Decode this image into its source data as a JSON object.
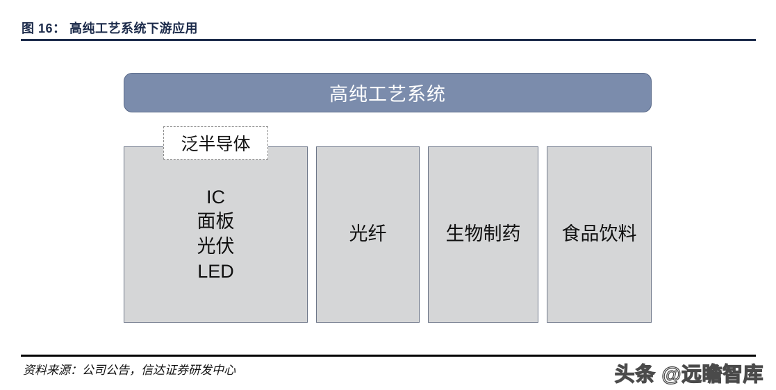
{
  "figure": {
    "title": "图 16： 高纯工艺系统下游应用"
  },
  "diagram": {
    "banner": {
      "label": "高纯工艺系统",
      "fill_color": "#7b8cac",
      "text_color": "#ffffff"
    },
    "callout_tag": {
      "label": "泛半导体",
      "border_style": "dashed",
      "border_color": "#8e8e8e"
    },
    "boxes": [
      {
        "label": "IC\n面板\n光伏\nLED",
        "fill_color": "#d5d6d7",
        "border_color": "#6d7688"
      },
      {
        "label": "光纤",
        "fill_color": "#d5d6d7",
        "border_color": "#6d7688"
      },
      {
        "label": "生物制药",
        "fill_color": "#d5d6d7",
        "border_color": "#6d7688"
      },
      {
        "label": "食品饮料",
        "fill_color": "#d5d6d7",
        "border_color": "#6d7688"
      }
    ]
  },
  "footer": {
    "source": "资料来源：公司公告，信达证券研发中心",
    "watermark": "头条 @远瞻智库"
  },
  "colors": {
    "title_navy": "#1b2a4a",
    "banner_blue": "#7b8cac",
    "box_gray": "#d5d6d7",
    "rule_black": "#000000"
  }
}
